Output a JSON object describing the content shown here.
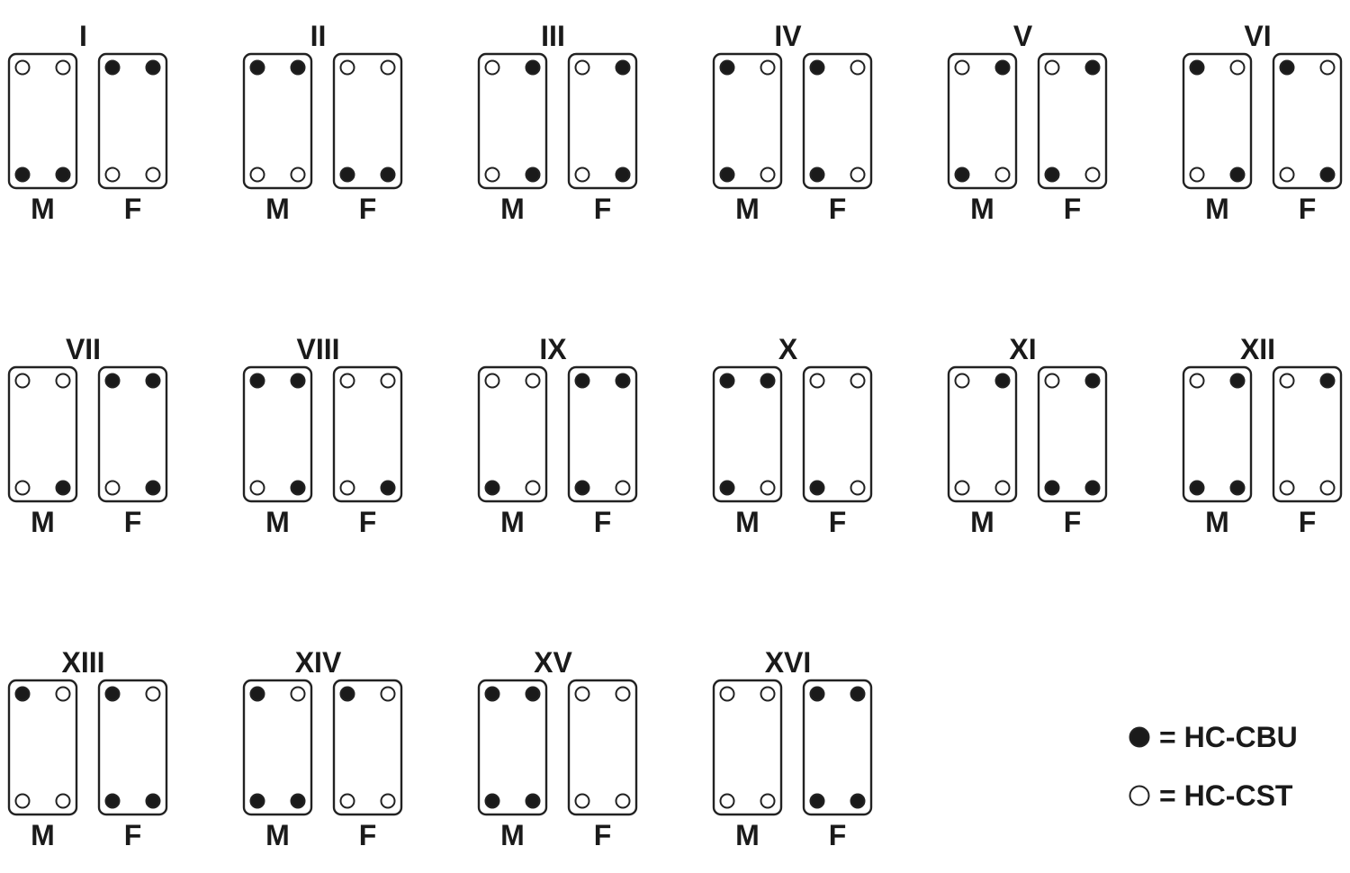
{
  "diagram": {
    "colors": {
      "filled": "#1a1a1a",
      "open": "#ffffff",
      "stroke": "#222222"
    },
    "plate_labels": {
      "male": "M",
      "female": "F"
    },
    "groups": [
      {
        "title": "I",
        "m": {
          "top": [
            "open",
            "open"
          ],
          "bottom": [
            "filled",
            "filled"
          ]
        },
        "f": {
          "top": [
            "filled",
            "filled"
          ],
          "bottom": [
            "open",
            "open"
          ]
        }
      },
      {
        "title": "II",
        "m": {
          "top": [
            "filled",
            "filled"
          ],
          "bottom": [
            "open",
            "open"
          ]
        },
        "f": {
          "top": [
            "open",
            "open"
          ],
          "bottom": [
            "filled",
            "filled"
          ]
        }
      },
      {
        "title": "III",
        "m": {
          "top": [
            "open",
            "filled"
          ],
          "bottom": [
            "open",
            "filled"
          ]
        },
        "f": {
          "top": [
            "open",
            "filled"
          ],
          "bottom": [
            "open",
            "filled"
          ]
        }
      },
      {
        "title": "IV",
        "m": {
          "top": [
            "filled",
            "open"
          ],
          "bottom": [
            "filled",
            "open"
          ]
        },
        "f": {
          "top": [
            "filled",
            "open"
          ],
          "bottom": [
            "filled",
            "open"
          ]
        }
      },
      {
        "title": "V",
        "m": {
          "top": [
            "open",
            "filled"
          ],
          "bottom": [
            "filled",
            "open"
          ]
        },
        "f": {
          "top": [
            "open",
            "filled"
          ],
          "bottom": [
            "filled",
            "open"
          ]
        }
      },
      {
        "title": "VI",
        "m": {
          "top": [
            "filled",
            "open"
          ],
          "bottom": [
            "open",
            "filled"
          ]
        },
        "f": {
          "top": [
            "filled",
            "open"
          ],
          "bottom": [
            "open",
            "filled"
          ]
        }
      },
      {
        "title": "VII",
        "m": {
          "top": [
            "open",
            "open"
          ],
          "bottom": [
            "open",
            "filled"
          ]
        },
        "f": {
          "top": [
            "filled",
            "filled"
          ],
          "bottom": [
            "open",
            "filled"
          ]
        }
      },
      {
        "title": "VIII",
        "m": {
          "top": [
            "filled",
            "filled"
          ],
          "bottom": [
            "open",
            "filled"
          ]
        },
        "f": {
          "top": [
            "open",
            "open"
          ],
          "bottom": [
            "open",
            "filled"
          ]
        }
      },
      {
        "title": "IX",
        "m": {
          "top": [
            "open",
            "open"
          ],
          "bottom": [
            "filled",
            "open"
          ]
        },
        "f": {
          "top": [
            "filled",
            "filled"
          ],
          "bottom": [
            "filled",
            "open"
          ]
        }
      },
      {
        "title": "X",
        "m": {
          "top": [
            "filled",
            "filled"
          ],
          "bottom": [
            "filled",
            "open"
          ]
        },
        "f": {
          "top": [
            "open",
            "open"
          ],
          "bottom": [
            "filled",
            "open"
          ]
        }
      },
      {
        "title": "XI",
        "m": {
          "top": [
            "open",
            "filled"
          ],
          "bottom": [
            "open",
            "open"
          ]
        },
        "f": {
          "top": [
            "open",
            "filled"
          ],
          "bottom": [
            "filled",
            "filled"
          ]
        }
      },
      {
        "title": "XII",
        "m": {
          "top": [
            "open",
            "filled"
          ],
          "bottom": [
            "filled",
            "filled"
          ]
        },
        "f": {
          "top": [
            "open",
            "filled"
          ],
          "bottom": [
            "open",
            "open"
          ]
        }
      },
      {
        "title": "XIII",
        "m": {
          "top": [
            "filled",
            "open"
          ],
          "bottom": [
            "open",
            "open"
          ]
        },
        "f": {
          "top": [
            "filled",
            "open"
          ],
          "bottom": [
            "filled",
            "filled"
          ]
        }
      },
      {
        "title": "XIV",
        "m": {
          "top": [
            "filled",
            "open"
          ],
          "bottom": [
            "filled",
            "filled"
          ]
        },
        "f": {
          "top": [
            "filled",
            "open"
          ],
          "bottom": [
            "open",
            "open"
          ]
        }
      },
      {
        "title": "XV",
        "m": {
          "top": [
            "filled",
            "filled"
          ],
          "bottom": [
            "filled",
            "filled"
          ]
        },
        "f": {
          "top": [
            "open",
            "open"
          ],
          "bottom": [
            "open",
            "open"
          ]
        }
      },
      {
        "title": "XVI",
        "m": {
          "top": [
            "open",
            "open"
          ],
          "bottom": [
            "open",
            "open"
          ]
        },
        "f": {
          "top": [
            "filled",
            "filled"
          ],
          "bottom": [
            "filled",
            "filled"
          ]
        }
      }
    ],
    "legend": [
      {
        "symbol": "filled",
        "label": "= HC-CBU"
      },
      {
        "symbol": "open",
        "label": "= HC-CST"
      }
    ]
  }
}
